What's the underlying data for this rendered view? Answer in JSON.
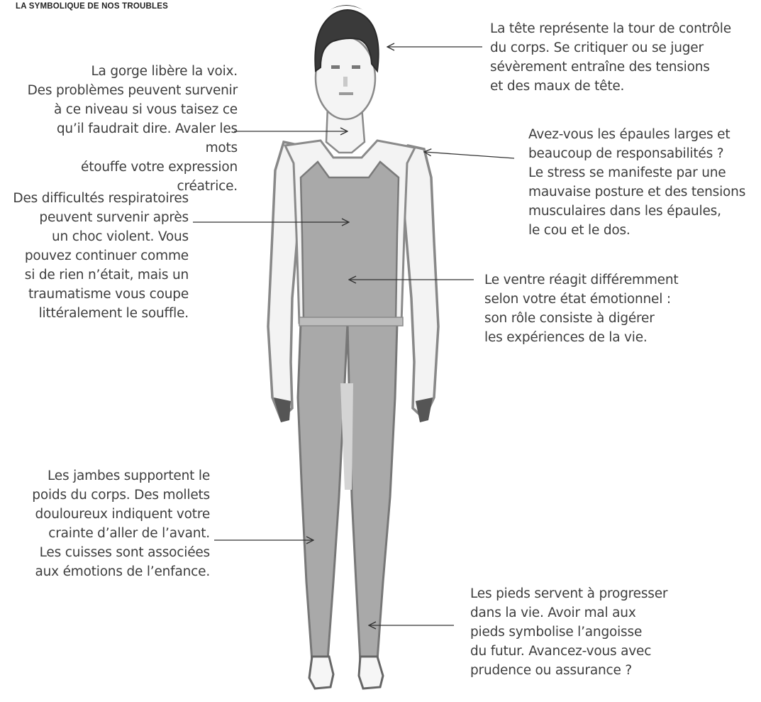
{
  "title": "LA SYMBOLIQUE DE NOS TROUBLES",
  "annotations": {
    "head": "La tête représente la tour de contrôle\ndu corps. Se critiquer ou se juger\nsévèrement entraîne des tensions\net des maux de tête.",
    "throat": "La gorge libère la voix.\nDes problèmes peuvent survenir\nà ce niveau si vous taisez ce\nqu’il faudrait dire. Avaler les mots\nétouffe votre expression créatrice.",
    "shoulders": "Avez-vous les épaules larges et\nbeaucoup de responsabilités ?\nLe stress se manifeste par une\nmauvaise posture et des tensions\nmusculaires dans les épaules,\nle cou et le dos.",
    "chest": "Des difficultés respiratoires\npeuvent survenir après\nun choc violent. Vous\npouvez continuer comme\nsi de rien n’était, mais un\ntraumatisme vous coupe\nlittéralement le souffle.",
    "belly": "Le ventre réagit différemment\nselon votre état émotionnel :\nson rôle consiste à digérer\nles expériences de la vie.",
    "legs": "Les jambes supportent le\npoids du corps. Des mollets\ndouloureux indiquent votre\ncrainte d’aller de l’avant.\nLes cuisses sont associées\naux émotions de l’enfance.",
    "feet": "Les pieds servent à progresser\ndans la vie. Avoir mal aux\npieds symbolise l’angoisse\ndu futur. Avancez-vous avec\nprudence ou assurance ?"
  },
  "colors": {
    "body_fill": "#a9a9a9",
    "body_outline": "#6f6f6f",
    "hair": "#3a3a3a",
    "skin": "#f4f4f4",
    "text": "#3d3d3d"
  }
}
